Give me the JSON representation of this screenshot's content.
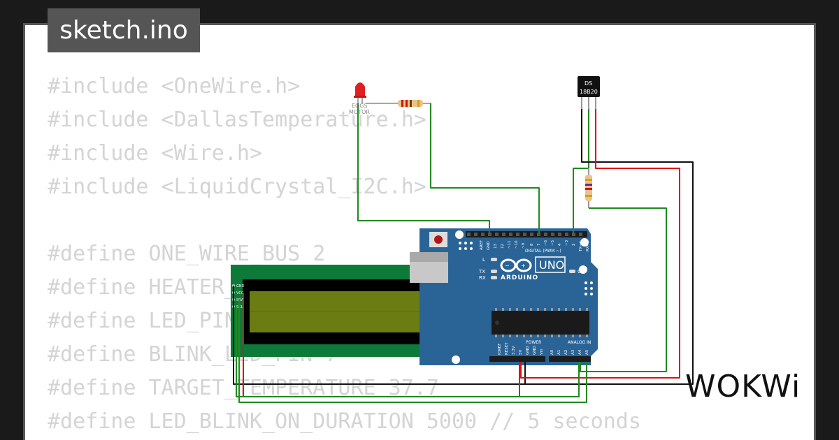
{
  "header": {
    "title": "sketch.ino"
  },
  "code": {
    "lines": [
      "#include <OneWire.h>",
      "#include <DallasTemperature.h>",
      "#include <Wire.h>",
      "#include <LiquidCrystal_I2C.h>",
      "",
      "#define ONE_WIRE_BUS 2",
      "#define HEATER_PIN 8",
      "#define LED_PIN 6",
      "#define BLINK_LED_PIN 7",
      "#define TARGET_TEMPERATURE 37.7",
      "#define LED_BLINK_ON_DURATION 5000 // 5 seconds"
    ]
  },
  "circuit": {
    "led_label_1": "EGGS",
    "led_label_2": "MOTOR",
    "sensor_label_1": "DS",
    "sensor_label_2": "18B20",
    "board_brand": "ARDUINO",
    "board_model": "UNO",
    "digital_header_label": "DIGITAL (PWM ~)",
    "power_label": "POWER",
    "analog_label": "ANALOG IN",
    "led_l": "L",
    "led_tx": "TX",
    "led_rx": "RX",
    "led_on": "ON",
    "digital_pins": [
      "AREF",
      "GND",
      "13",
      "12",
      "~11",
      "~10",
      "~9",
      "8",
      "7",
      "~6",
      "~5",
      "4",
      "~3",
      "2",
      "TX→1",
      "RX←0"
    ],
    "power_pins": [
      "IOREF",
      "RESET",
      "3.3V",
      "5V",
      "GND",
      "GND",
      "Vin"
    ],
    "analog_pins": [
      "A0",
      "A1",
      "A2",
      "A3",
      "A4",
      "A5"
    ],
    "lcd_pins": [
      "GND",
      "VCC",
      "SDA",
      "SCL"
    ]
  },
  "branding": {
    "logo": "WOKWi"
  },
  "colors": {
    "background": "#1a1a1a",
    "stage": "#ffffff",
    "tab": "#555555",
    "code_text": "#d4d4d4",
    "board_blue": "#2a6496",
    "lcd_green": "#0e7a3a",
    "lcd_screen": "#6b7d12",
    "wire_green": "#1f8a1f",
    "wire_red": "#e01010",
    "wire_black": "#111111",
    "led_red": "#e02020"
  },
  "icons": [
    "infinity-logo-icon",
    "reset-button-icon"
  ]
}
